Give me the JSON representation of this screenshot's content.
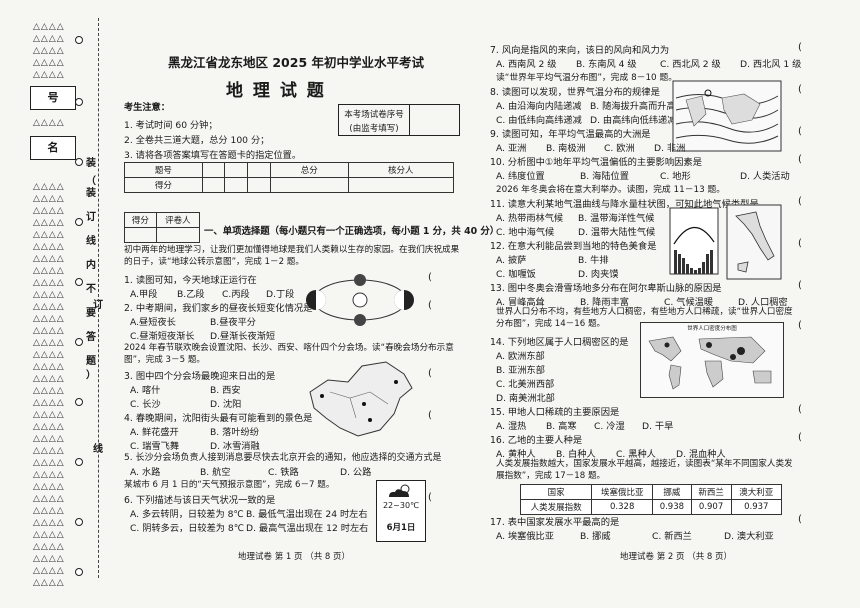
{
  "binding": {
    "triangles": "△△△△",
    "labels": [
      "号",
      "名"
    ],
    "side_chars": [
      "装",
      "（",
      "装",
      "订",
      "线",
      "内",
      "不",
      "要",
      "答",
      "题",
      "）",
      "订",
      "线"
    ]
  },
  "left": {
    "title": "黑龙江省龙东地区 2025 年初中学业水平考试",
    "subject": "地 理 试 题",
    "notes_title": "考生注意：",
    "notes": [
      "1. 考试时间 60 分钟；",
      "2. 全卷共三道大题，总分 100 分；",
      "3. 请将各项答案填写在答题卡的指定位置。"
    ],
    "seat_label_1": "本考场试卷序号",
    "seat_label_2": "(由监考填写)",
    "score_table": {
      "row1": [
        "题号",
        "",
        "",
        "",
        "总分",
        "核分人"
      ],
      "row2": [
        "得分"
      ]
    },
    "grader": [
      "得分",
      "评卷人"
    ],
    "section1": "一、单项选择题（每小题只有一个正确选项，每小题 1 分，共 40 分）",
    "intro1": "初中两年的地理学习，让我们更加懂得地球是我们人类赖以生存的家园。在我们庆祝成果的日子，读“地球公转示意图”，完成 1－2 题。",
    "q1": "1. 读图可知，今天地球正运行在",
    "q1_opts": [
      "A.甲段",
      "B.乙段",
      "C.丙段",
      "D.丁段"
    ],
    "q2": "2. 中考期间，我们家乡的昼夜长短变化情况是",
    "q2_opts": [
      "A.昼短夜长",
      "B.昼夜平分",
      "C.昼渐短夜渐长",
      "D.昼渐长夜渐短"
    ],
    "intro3": "2024 年春节联欢晚会设置沈阳、长沙、西安、喀什四个分会场。读“春晚会场分布示意图”，完成 3－5 题。",
    "q3": "3. 图中四个分会场最晚迎来日出的是",
    "q3_opts": [
      "A. 喀什",
      "B. 西安",
      "C. 长沙",
      "D. 沈阳"
    ],
    "q4": "4. 春晚期间，沈阳街头最有可能看到的景色是",
    "q4_opts": [
      "A. 鲜花盛开",
      "B. 落叶纷纷",
      "C. 瑞雪飞舞",
      "D. 冰雪消融"
    ],
    "q5": "5. 长沙分会场负责人接到消息要尽快去北京开会的通知，他应选择的交通方式是",
    "q5_opts": [
      "A. 水路",
      "B. 航空",
      "C. 铁路",
      "D. 公路"
    ],
    "intro6": "某城市 6 月 1 日的“天气预报示意图”，完成 6－7 题。",
    "q6": "6. 下列描述与该日天气状况一致的是",
    "q6_opts": [
      "A. 多云转阴，日较差为 8℃",
      "B. 最低气温出现在 24 时左右",
      "C. 阴转多云，日较差为 8℃",
      "D. 最高气温出现在 12 时左右"
    ],
    "weather_temp": "22~30℃",
    "weather_date": "6月1日",
    "footer": "地理试卷 第 1 页 （共 8 页）"
  },
  "right": {
    "q7": "7. 风向是指风的来向，该日的风向和风力为",
    "q7_opts": [
      "A. 西南风 2 级",
      "B. 东南风 4 级",
      "C. 西北风 2 级",
      "D. 西北风 1 级"
    ],
    "intro8": "读“世界年平均气温分布图”，完成 8－10 题。",
    "q8": "8. 读图可以发现，世界气温分布的规律是",
    "q8_opts": [
      "A. 由沿海向内陆递减",
      "B. 随海拔升高而升高",
      "C. 由低纬向高纬递减",
      "D. 由高纬向低纬递减"
    ],
    "q9": "9. 读图可知，年平均气温最高的大洲是",
    "q9_opts": [
      "A. 亚洲",
      "B. 南极洲",
      "C. 欧洲",
      "D. 非洲"
    ],
    "q10": "10. 分析图中①地年平均气温偏低的主要影响因素是",
    "q10_opts": [
      "A. 纬度位置",
      "B. 海陆位置",
      "C. 地形",
      "D. 人类活动"
    ],
    "intro11": "2026 年冬奥会将在意大利举办。读图，完成 11－13 题。",
    "q11": "11. 读意大利某地气温曲线与降水量柱状图，可知此地气候类型是",
    "q11_opts": [
      "A. 热带雨林气候",
      "B. 温带海洋性气候",
      "C. 地中海气候",
      "D. 温带大陆性气候"
    ],
    "q12": "12. 在意大利能品尝到当地的特色美食是",
    "q12_opts": [
      "A. 披萨",
      "B. 牛排",
      "C. 咖喱饭",
      "D. 肉夹馍"
    ],
    "q13": "13. 图中冬奥会滑雪场地多分布在阿尔卑斯山脉的原因是",
    "q13_opts": [
      "A. 冒峰高耸",
      "B. 降雨丰富",
      "C. 气候温暖",
      "D. 人口稠密"
    ],
    "intro14": "世界人口分布不均，有些地方人口稠密，有些地方人口稀疏，读“世界人口密度分布图”，完成 14－16 题。",
    "q14": "14. 下列地区属于人口稠密区的是",
    "q14_opts": [
      "A. 欧洲东部",
      "B. 亚洲东部",
      "C. 北美洲西部",
      "D. 南美洲北部"
    ],
    "q15": "15. 甲地人口稀疏的主要原因是",
    "q15_opts": [
      "A. 湿热",
      "B. 高寒",
      "C. 冷湿",
      "D. 干旱"
    ],
    "q16": "16. 乙地的主要人种是",
    "q16_opts": [
      "A. 黄种人",
      "B. 白种人",
      "C. 黑种人",
      "D. 混血种人"
    ],
    "intro17": "人类发展指数越大，国家发展水平越高，越接近，读图表“某年不同国家人类发展指数”，完成 17－18 题。",
    "hdi_table": {
      "headers": [
        "国家",
        "埃塞俄比亚",
        "挪威",
        "新西兰",
        "澳大利亚"
      ],
      "row": [
        "人类发展指数",
        "0.328",
        "0.938",
        "0.907",
        "0.937"
      ]
    },
    "q17": "17. 表中国家发展水平最高的是",
    "q17_opts": [
      "A. 埃塞俄比亚",
      "B. 挪威",
      "C. 新西兰",
      "D. 澳大利亚"
    ],
    "map_title": "世界人口密度分布图",
    "footer": "地理试卷 第 2 页 （共 8 页）"
  }
}
